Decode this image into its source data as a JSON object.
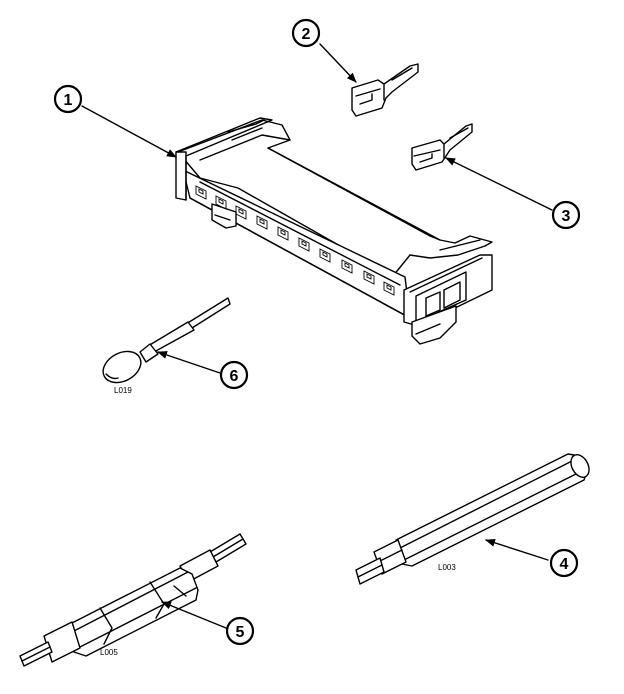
{
  "callouts": [
    {
      "id": "1",
      "label": "1"
    },
    {
      "id": "2",
      "label": "2"
    },
    {
      "id": "3",
      "label": "3"
    },
    {
      "id": "4",
      "label": "4"
    },
    {
      "id": "5",
      "label": "5"
    },
    {
      "id": "6",
      "label": "6"
    }
  ],
  "tool_codes": {
    "tool_6": "L019",
    "tool_4": "L003",
    "tool_5": "L005"
  },
  "colors": {
    "line": "#000000",
    "background": "#ffffff"
  }
}
